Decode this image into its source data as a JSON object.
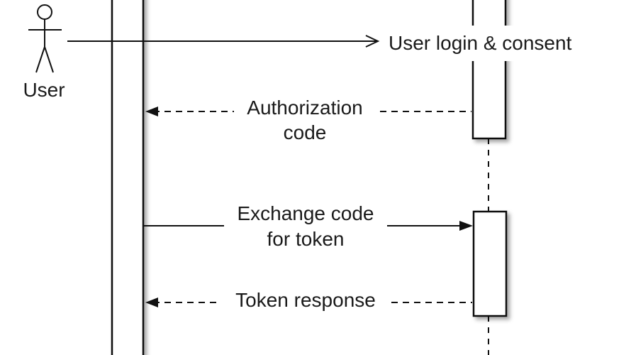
{
  "actor": {
    "label": "User",
    "icon": "stick-figure-icon"
  },
  "messages": [
    {
      "id": "login",
      "lines": [
        "User login & consent"
      ],
      "style": "solid",
      "arrow": "open"
    },
    {
      "id": "auth-code",
      "lines": [
        "Authorization",
        "code"
      ],
      "style": "dashed",
      "arrow": "filled"
    },
    {
      "id": "exchange",
      "lines": [
        "Exchange code",
        "for token"
      ],
      "style": "solid",
      "arrow": "filled"
    },
    {
      "id": "token-response",
      "lines": [
        "Token response"
      ],
      "style": "dashed",
      "arrow": "filled"
    }
  ],
  "colors": {
    "line": "#111111",
    "background": "#ffffff",
    "text": "#1a1a1a"
  }
}
